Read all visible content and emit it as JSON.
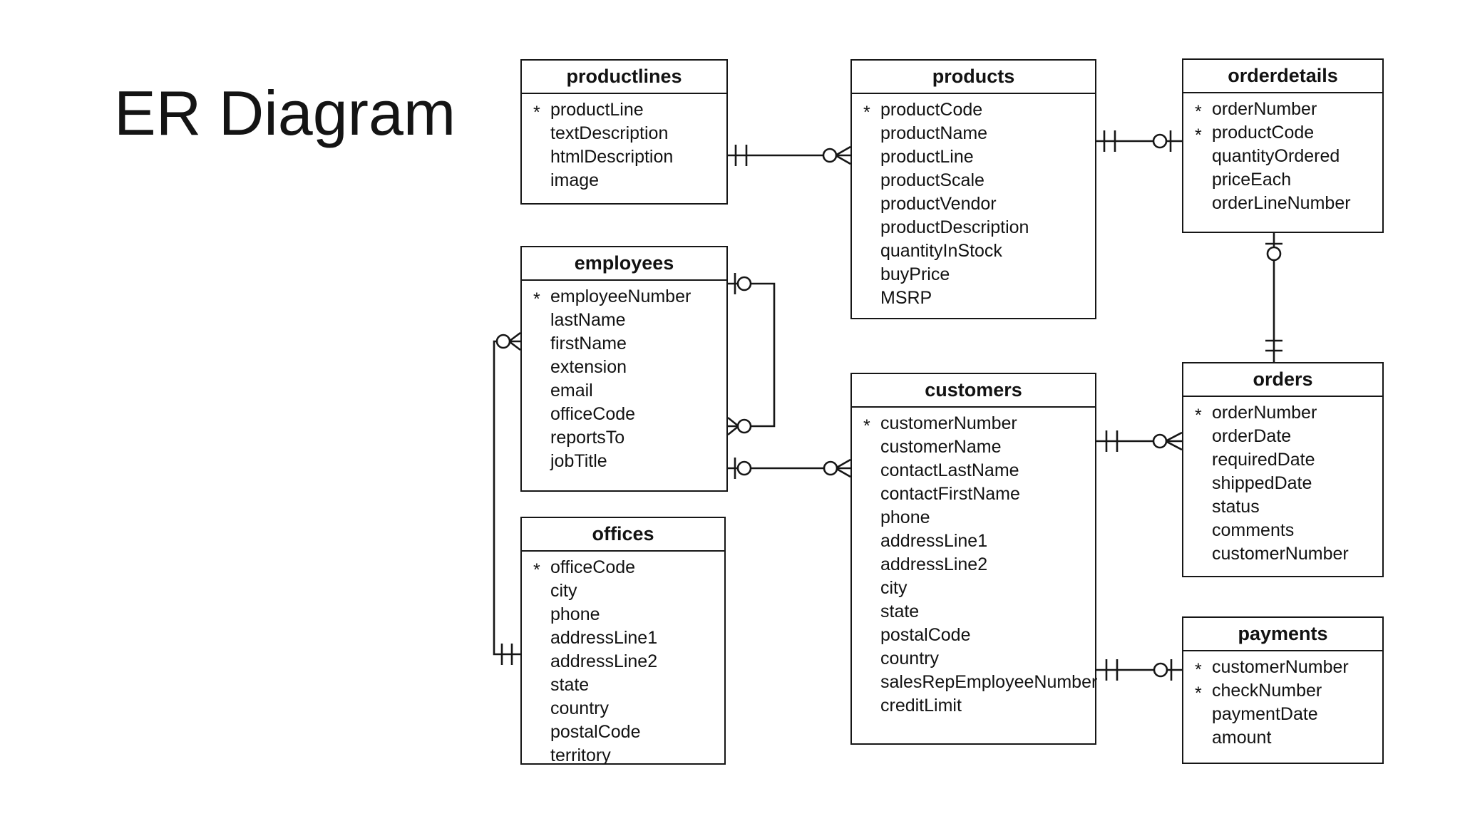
{
  "slide": {
    "title": "ER Diagram"
  },
  "diagram": {
    "notation": "crow-foot",
    "entities": [
      {
        "name": "productlines",
        "fields": [
          "* productLine",
          "textDescription",
          "htmlDescription",
          "image"
        ]
      },
      {
        "name": "products",
        "fields": [
          "* productCode",
          "productName",
          "productLine",
          "productScale",
          "productVendor",
          "productDescription",
          "quantityInStock",
          "buyPrice",
          "MSRP"
        ]
      },
      {
        "name": "orderdetails",
        "fields": [
          "* orderNumber",
          "* productCode",
          "quantityOrdered",
          "priceEach",
          "orderLineNumber"
        ]
      },
      {
        "name": "employees",
        "fields": [
          "* employeeNumber",
          "lastName",
          "firstName",
          "extension",
          "email",
          "officeCode",
          "reportsTo",
          "jobTitle"
        ]
      },
      {
        "name": "customers",
        "fields": [
          "* customerNumber",
          "customerName",
          "contactLastName",
          "contactFirstName",
          "phone",
          "addressLine1",
          "addressLine2",
          "city",
          "state",
          "postalCode",
          "country",
          "salesRepEmployeeNumber",
          "creditLimit"
        ]
      },
      {
        "name": "orders",
        "fields": [
          "* orderNumber",
          "orderDate",
          "requiredDate",
          "shippedDate",
          "status",
          "comments",
          "customerNumber"
        ]
      },
      {
        "name": "offices",
        "fields": [
          "* officeCode",
          "city",
          "phone",
          "addressLine1",
          "addressLine2",
          "state",
          "country",
          "postalCode",
          "territory"
        ]
      },
      {
        "name": "payments",
        "fields": [
          "* customerNumber",
          "* checkNumber",
          "paymentDate",
          "amount"
        ]
      }
    ],
    "relationships": [
      {
        "from": "productlines",
        "to": "products",
        "from_end": "one-and-only-one",
        "to_end": "zero-or-many"
      },
      {
        "from": "products",
        "to": "orderdetails",
        "from_end": "one-and-only-one",
        "to_end": "zero-or-one"
      },
      {
        "from": "orderdetails",
        "to": "orders",
        "from_end": "zero-or-one",
        "to_end": "one-and-only-one"
      },
      {
        "from": "customers",
        "to": "orders",
        "from_end": "one-and-only-one",
        "to_end": "zero-or-many"
      },
      {
        "from": "customers",
        "to": "payments",
        "from_end": "one-and-only-one",
        "to_end": "zero-or-one"
      },
      {
        "from": "employees",
        "to": "employees",
        "from_end": "zero-or-one",
        "to_end": "zero-or-many"
      },
      {
        "from": "employees",
        "to": "customers",
        "from_end": "zero-or-one",
        "to_end": "zero-or-many"
      },
      {
        "from": "offices",
        "to": "employees",
        "from_end": "one-and-only-one",
        "to_end": "zero-or-many"
      }
    ]
  }
}
